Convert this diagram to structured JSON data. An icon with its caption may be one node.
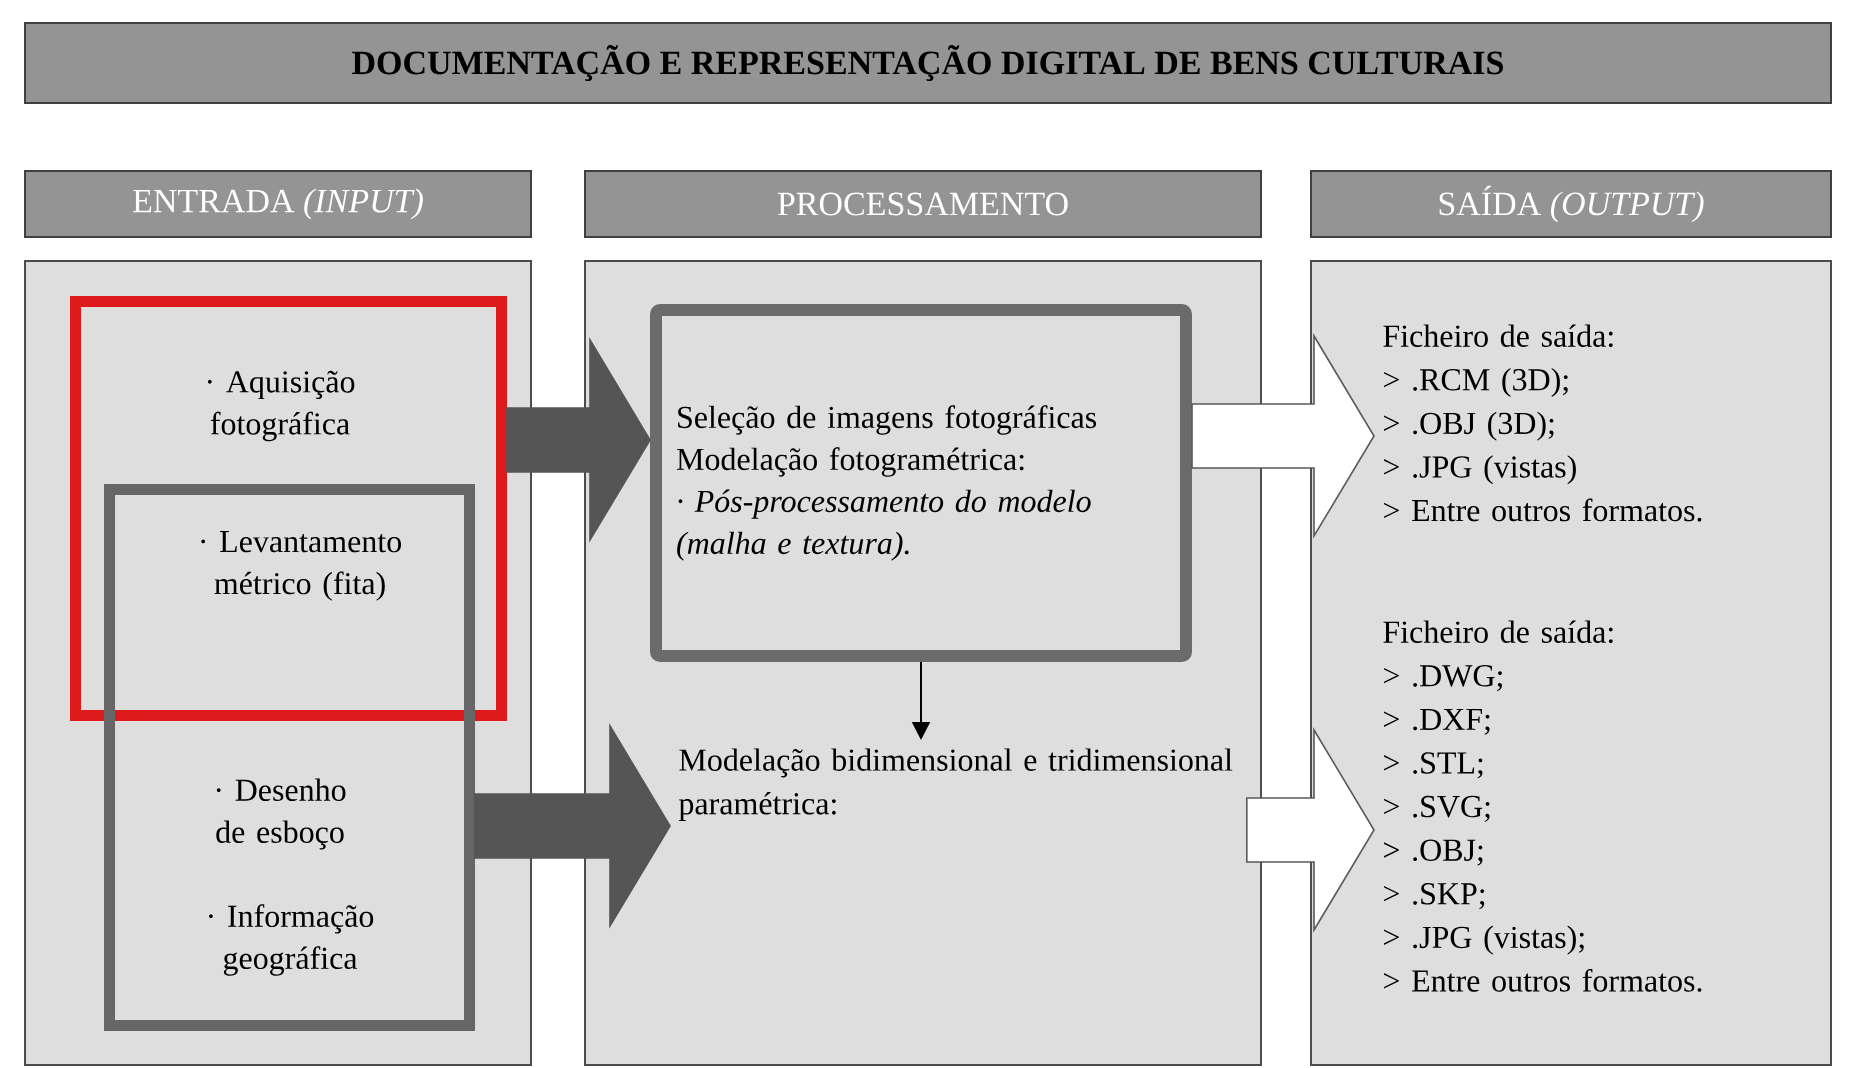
{
  "diagram": {
    "title": "DOCUMENTAÇÃO E REPRESENTAÇÃO DIGITAL DE BENS CULTURAIS",
    "nodes": [
      {
        "text": [
          "ENTRADA *(INPUT)*"
        ]
      },
      {
        "text": [
          "PROCESSAMENTO"
        ]
      },
      {
        "text": [
          "SAÍDA *(OUTPUT)*"
        ]
      },
      {
        "text": [],
        "shape": "box"
      },
      {
        "text": [],
        "shape": "box",
        "in": 3
      },
      {
        "text": [
          "· Aquisição fotográfica"
        ],
        "in": 4
      },
      {
        "text": [],
        "shape": "box",
        "in": 3
      },
      {
        "text": [
          "· Levantamento métrico (fita)"
        ]
      },
      {
        "text": [
          "· Desenho de esboço"
        ],
        "in": 6
      },
      {
        "text": [
          "· Informação geográfica"
        ],
        "in": 6
      },
      {
        "text": [],
        "shape": "box"
      },
      {
        "text": [
          "Seleção de imagens fotográficas",
          "Modelação fotogramétrica:",
          "· Pós-processamento do modelo (malha e textura)."
        ],
        "in": 10
      },
      {
        "text": [
          "Modelação bidimensional e tridimensional paramétrica:"
        ],
        "in": 10
      },
      {
        "text": [],
        "shape": "box"
      },
      {
        "text": [
          "Ficheiro de saída:",
          "> .RCM (3D);",
          "> .OBJ (3D);",
          "> .JPG (vistas)",
          "> Entre outros formatos."
        ],
        "in": 13
      },
      {
        "text": [
          "Ficheiro de saída:",
          "> .DWG;",
          "> .DXF;",
          "> .STL;",
          "> .SVG;",
          "> .OBJ;",
          "> .SKP;",
          "> .JPG (vistas);",
          "> Entre outros formatos."
        ],
        "in": 13
      }
    ],
    "edges": [
      {
        "from": 4,
        "to": 11,
        "arrow": "to",
        "style": "thick",
        "color": "#555555"
      },
      {
        "from": 6,
        "to": 12,
        "arrow": "to",
        "style": "thick",
        "color": "#555555"
      },
      {
        "from": 11,
        "to": 12,
        "arrow": "to"
      },
      {
        "from": 11,
        "to": 14,
        "arrow": "to",
        "style": "thick",
        "color": "#ffffff"
      },
      {
        "from": 12,
        "to": 15,
        "arrow": "to",
        "style": "thick",
        "color": "#ffffff"
      }
    ]
  }
}
